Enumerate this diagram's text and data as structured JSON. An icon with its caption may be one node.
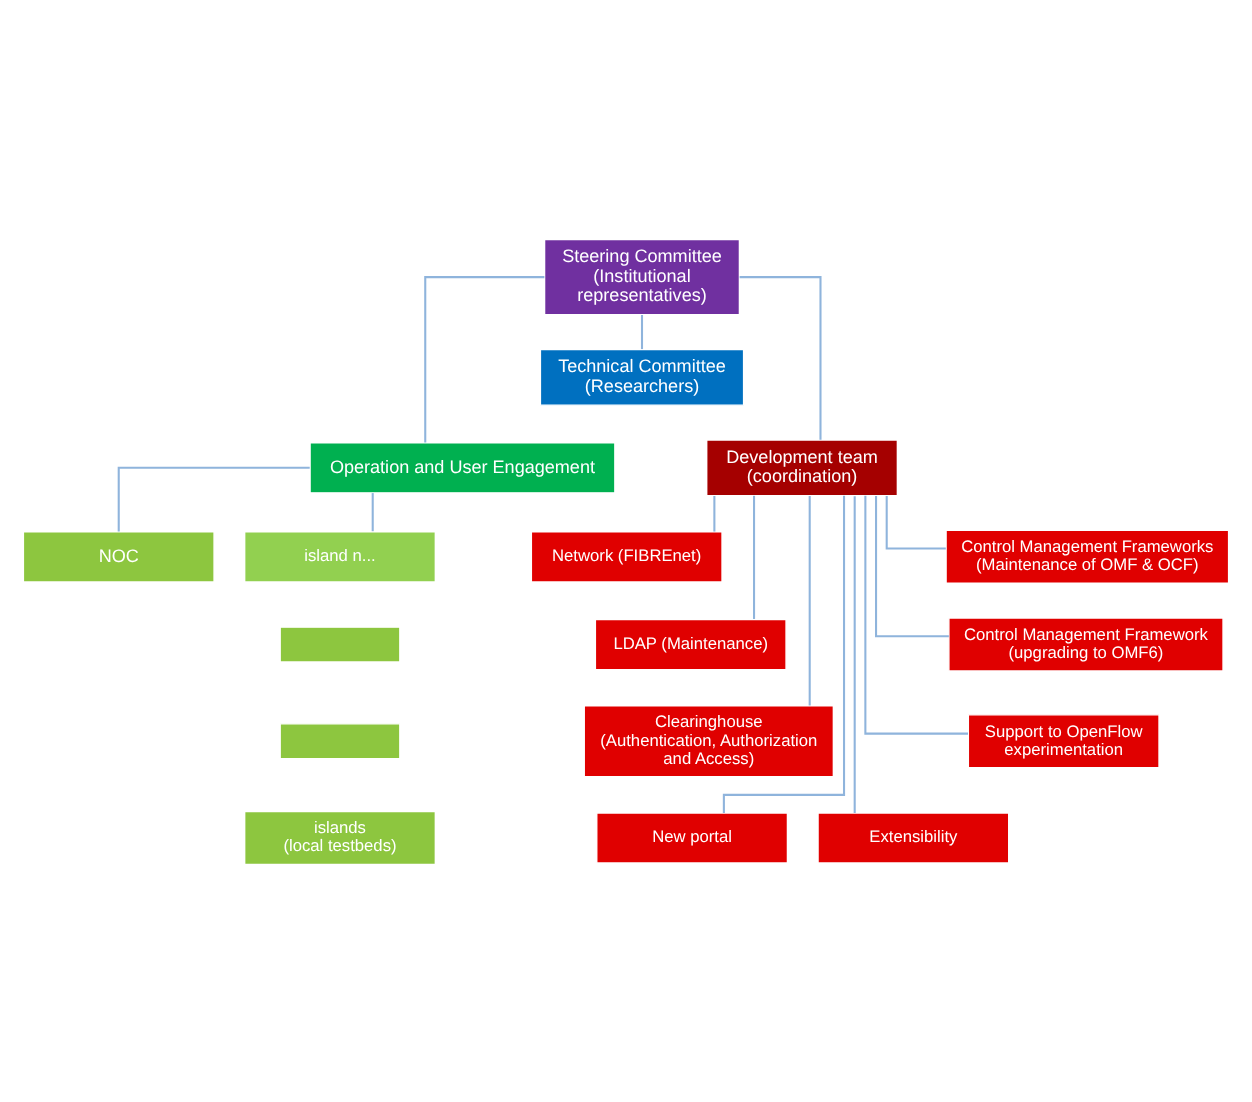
{
  "diagram": {
    "nodes": [
      {
        "text": [
          "Steering Committee",
          "(Institutional representatives)"
        ]
      },
      {
        "text": [
          "Technical Committee",
          "(Researchers)"
        ]
      },
      {
        "text": [
          "Operation and User Engagement"
        ]
      },
      {
        "text": [
          "Development team",
          "(coordination)"
        ]
      },
      {
        "text": [
          "NOC"
        ]
      },
      {
        "text": [
          "island n..."
        ]
      },
      {
        "text": [],
        "shape": "box"
      },
      {
        "text": [],
        "shape": "box"
      },
      {
        "text": [
          "islands",
          "(local testbeds)"
        ]
      },
      {
        "text": [
          "Network (FIBREnet)"
        ]
      },
      {
        "text": [
          "Control Management Frameworks (Maintenance of OMF & OCF)"
        ]
      },
      {
        "text": [
          "LDAP (Maintenance)"
        ]
      },
      {
        "text": [
          "Control Management Framework (upgrading to OMF6)"
        ]
      },
      {
        "text": [
          "Clearinghouse",
          "(Authentication, Authorization  and Access)"
        ]
      },
      {
        "text": [
          "Support to OpenFlow experimentation"
        ]
      },
      {
        "text": [
          "New portal"
        ]
      },
      {
        "text": [
          "Extensibility"
        ]
      }
    ],
    "edges": [
      {
        "from": 0,
        "to": 1,
        "arrow": "none"
      },
      {
        "from": 0,
        "to": 2,
        "arrow": "none"
      },
      {
        "from": 0,
        "to": 3,
        "arrow": "none"
      },
      {
        "from": 2,
        "to": 4,
        "arrow": "none"
      },
      {
        "from": 2,
        "to": 5,
        "arrow": "none"
      },
      {
        "from": 3,
        "to": 9,
        "arrow": "none"
      },
      {
        "from": 3,
        "to": 10,
        "arrow": "none"
      },
      {
        "from": 3,
        "to": 11,
        "arrow": "none"
      },
      {
        "from": 3,
        "to": 12,
        "arrow": "none"
      },
      {
        "from": 3,
        "to": 13,
        "arrow": "none"
      },
      {
        "from": 3,
        "to": 14,
        "arrow": "none"
      },
      {
        "from": 3,
        "to": 15,
        "arrow": "none"
      },
      {
        "from": 3,
        "to": 16,
        "arrow": "none"
      }
    ]
  }
}
